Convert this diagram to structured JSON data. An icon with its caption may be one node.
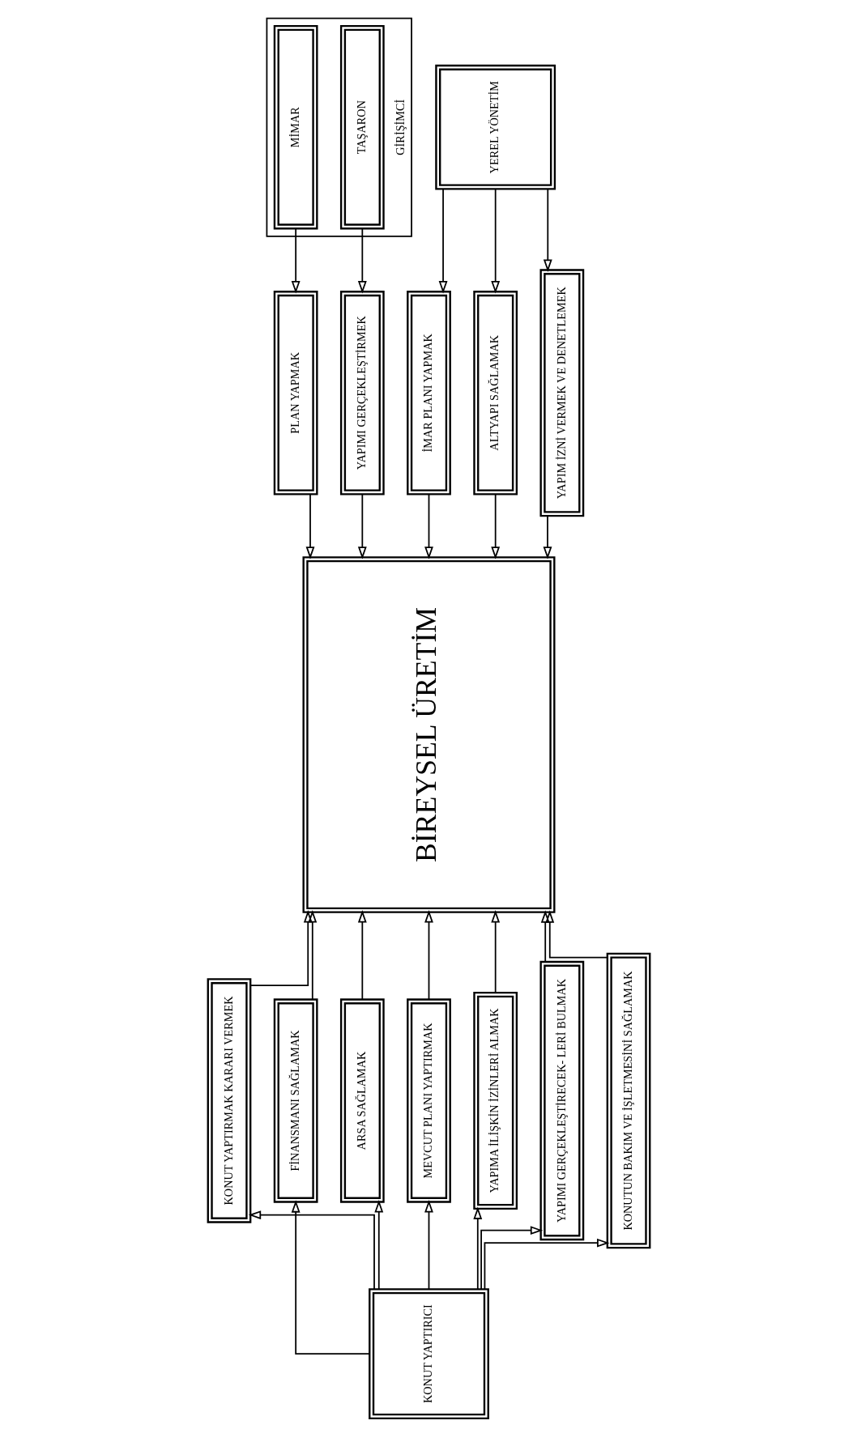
{
  "diagram": {
    "nodes": [
      {
        "text": [
          "GİRİŞİMCİ"
        ]
      },
      {
        "text": [
          "MİMAR"
        ],
        "in": 0
      },
      {
        "text": [
          "TAŞARON"
        ],
        "in": 0
      },
      {
        "text": [
          "YEREL YÖNETİM"
        ]
      },
      {
        "text": [
          "PLAN YAPMAK"
        ]
      },
      {
        "text": [
          "YAPIMI GERÇEKLEŞTİRMEK"
        ]
      },
      {
        "text": [
          "İMAR PLANI YAPMAK"
        ]
      },
      {
        "text": [
          "ALTYAPI SAĞLAMAK"
        ]
      },
      {
        "text": [
          "YAPIM İZNİ VERMEK VE DENETLEMEK"
        ]
      },
      {
        "text": [
          "BİREYSEL ÜRETİM"
        ]
      },
      {
        "text": [
          "KONUT YAPTIRMAK KARARI VERMEK"
        ]
      },
      {
        "text": [
          "FİNANSMANI SAĞLAMAK"
        ]
      },
      {
        "text": [
          "ARSA SAĞLAMAK"
        ]
      },
      {
        "text": [
          "MEVCUT PLANI YAPTIRMAK"
        ]
      },
      {
        "text": [
          "YAPIMA İLİŞKİN İZİNLERİ ALMAK"
        ]
      },
      {
        "text": [
          "YAPIMI GERÇEKLEŞTİRECEK- LERİ BULMAK"
        ]
      },
      {
        "text": [
          "KONUTUN BAKIM VE İŞLETMESİNİ SAĞLAMAK"
        ]
      },
      {
        "text": [
          "KONUT YAPTIRICI"
        ]
      }
    ],
    "edges": [
      {
        "from": 1,
        "to": 4,
        "arrow": "to"
      },
      {
        "from": 2,
        "to": 5,
        "arrow": "to"
      },
      {
        "from": 3,
        "to": 6,
        "arrow": "to"
      },
      {
        "from": 3,
        "to": 7,
        "arrow": "to"
      },
      {
        "from": 3,
        "to": 8,
        "arrow": "to"
      },
      {
        "from": 4,
        "to": 9,
        "arrow": "to"
      },
      {
        "from": 5,
        "to": 9,
        "arrow": "to"
      },
      {
        "from": 6,
        "to": 9,
        "arrow": "to"
      },
      {
        "from": 7,
        "to": 9,
        "arrow": "to"
      },
      {
        "from": 8,
        "to": 9,
        "arrow": "to"
      },
      {
        "from": 17,
        "to": 10,
        "arrow": "to"
      },
      {
        "from": 17,
        "to": 11,
        "arrow": "to"
      },
      {
        "from": 17,
        "to": 12,
        "arrow": "to"
      },
      {
        "from": 17,
        "to": 13,
        "arrow": "to"
      },
      {
        "from": 17,
        "to": 14,
        "arrow": "to"
      },
      {
        "from": 17,
        "to": 15,
        "arrow": "to"
      },
      {
        "from": 17,
        "to": 16,
        "arrow": "to"
      },
      {
        "from": 10,
        "to": 9,
        "arrow": "to"
      },
      {
        "from": 11,
        "to": 9,
        "arrow": "to"
      },
      {
        "from": 12,
        "to": 9,
        "arrow": "to"
      },
      {
        "from": 13,
        "to": 9,
        "arrow": "to"
      },
      {
        "from": 14,
        "to": 9,
        "arrow": "to"
      },
      {
        "from": 15,
        "to": 9,
        "arrow": "to"
      },
      {
        "from": 16,
        "to": 9,
        "arrow": "to"
      }
    ]
  }
}
